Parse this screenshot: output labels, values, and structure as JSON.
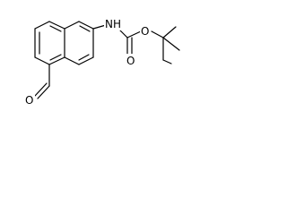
{
  "molecule": {
    "atoms": {
      "nh": "NH",
      "carbonyl_o": "O",
      "ether_o": "O",
      "aldehyde_o": "O"
    }
  }
}
